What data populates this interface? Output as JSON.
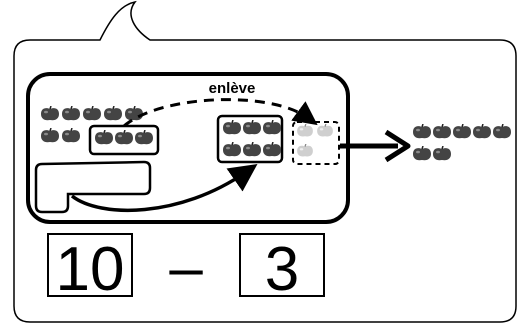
{
  "diagram": {
    "action_label": "enlève",
    "equation": {
      "minuend": "10",
      "operator": "–",
      "subtrahend": "3"
    },
    "colors": {
      "stroke": "#000000",
      "background": "#ffffff",
      "apple_dark": "#444444",
      "apple_light": "#cfcfcf"
    },
    "apple_groups": {
      "initial_total": 10,
      "removed": 3,
      "result": 7
    }
  }
}
